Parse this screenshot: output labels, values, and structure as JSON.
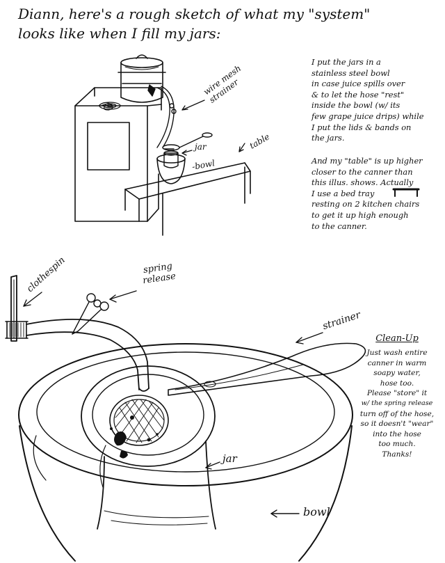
{
  "title": {
    "line1": "Diann, here's a rough sketch of what my \"system\"",
    "line2": "looks like when I fill my jars:"
  },
  "top_labels": {
    "strainer": "wire mesh strainer",
    "jar": "jar",
    "bowl": "-bowl",
    "table": "table"
  },
  "side_note": {
    "lines": [
      "I put the jars in a",
      "stainless steel bowl",
      "in case juice spills over",
      "& to let the hose \"rest\"",
      "inside the bowl (w/ its",
      "few grape juice drips) while",
      "I put the lids & bands on",
      "the jars."
    ]
  },
  "table_note": {
    "lines": [
      "And my \"table\" is up higher",
      "closer to the canner than",
      "this illus. shows. Actually",
      "I use a bed tray",
      "resting on 2 kitchen chairs",
      "to get it up high enough",
      "to the canner."
    ]
  },
  "bottom_labels": {
    "clothespin": "clothespin",
    "spring_release": "spring release",
    "strainer": "strainer",
    "jar": "jar",
    "bowl": "bowl"
  },
  "cleanup": {
    "heading": "Clean-Up",
    "lines": [
      "Just wash entire",
      "canner in warm",
      "soapy water,",
      "hose too.",
      "Please \"store\" it",
      "w/ the spring release",
      "turn off of the hose,",
      "so it doesn't \"wear\"",
      "into the hose",
      "too much.",
      "Thanks!"
    ]
  }
}
